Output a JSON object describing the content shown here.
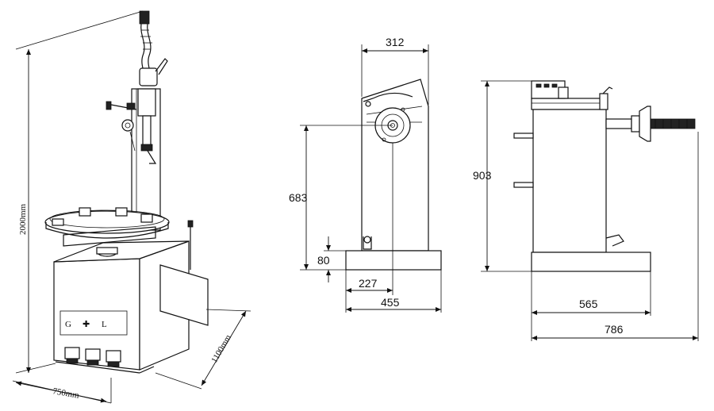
{
  "icons": {
    "tyre_changer": "tyre-changer-machine-icon",
    "side_view": "side-view-outline",
    "front_view": "front-view-outline"
  },
  "perspective": {
    "height_label": "2000mm",
    "width_label": "750mm",
    "depth_label": "1100mm"
  },
  "side_view": {
    "top_width": "312",
    "hub_height": "683",
    "base_height": "80",
    "hub_offset": "227",
    "base_width": "455"
  },
  "front_view": {
    "total_height": "903",
    "body_width": "565",
    "total_width": "786"
  }
}
